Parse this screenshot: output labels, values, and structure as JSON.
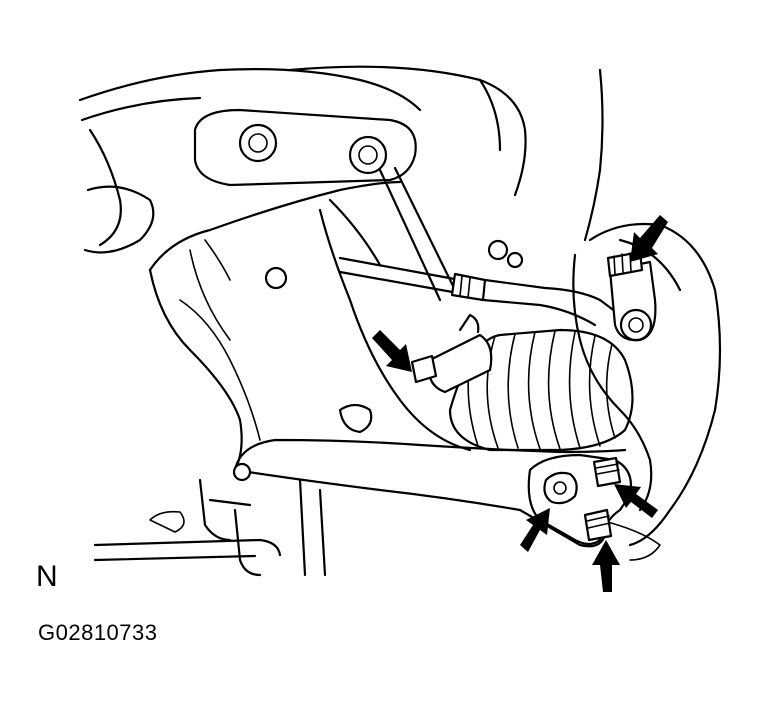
{
  "diagram": {
    "view_letter": "N",
    "figure_code": "G02810733",
    "arrows": [
      {
        "id": "upper-right",
        "target": "tie-rod-end-nut"
      },
      {
        "id": "middle-left",
        "target": "steering-rack-bracket-bolt"
      },
      {
        "id": "bottom-left",
        "target": "ball-joint-bolt"
      },
      {
        "id": "bottom-right",
        "target": "ball-joint-bolt"
      },
      {
        "id": "bottom",
        "target": "ball-joint-bolt"
      }
    ]
  }
}
